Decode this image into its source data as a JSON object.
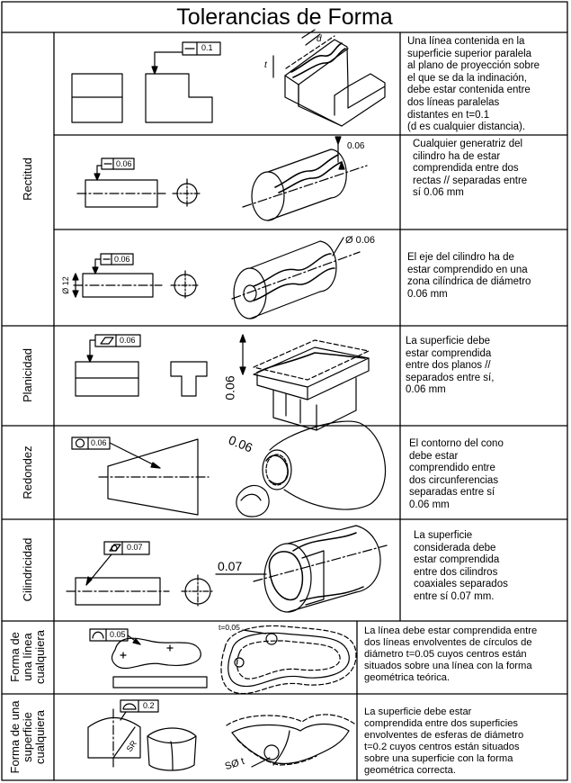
{
  "title": "Tolerancias de Forma",
  "groups": {
    "rectitud": "Rectitud",
    "planicidad": "Planicidad",
    "redondez": "Redondez",
    "cilindricidad": "Cilindricidad",
    "forma_linea": "Forma de\nuna línea\ncualquiera",
    "forma_superficie": "Forma de una\nsuperficie\ncualquiera"
  },
  "rows": [
    {
      "id": "rectitud-1",
      "tolerance": "0.1",
      "dims": [
        "d",
        "t"
      ],
      "description": "Una línea contenida en la\nsuperficie superior paralela\nal plano de proyección sobre\nel que se da la indinación,\ndebe estar contenida entre\ndos líneas paralelas\ndistantes en t=0.1\n(d es cualquier distancia)."
    },
    {
      "id": "rectitud-2",
      "tolerance": "0.06",
      "dims": [
        "0.06"
      ],
      "description": "Cualquier generatriz del\ncilindro ha de estar\ncomprendida entre dos\nrectas // separadas entre\nsí 0.06 mm"
    },
    {
      "id": "rectitud-3",
      "tolerance": "0.06",
      "dims": [
        "Ø 0.06",
        "Ø 12"
      ],
      "description": "El eje del cilindro ha de\nestar comprendido en una\nzona cilíndrica de diámetro\n0.06 mm"
    },
    {
      "id": "planicidad",
      "tolerance": "0.06",
      "dims": [
        "0.06"
      ],
      "description": "La superficie debe\nestar comprendida\nentre dos planos //\nseparados entre sí,\n0.06 mm"
    },
    {
      "id": "redondez",
      "tolerance": "0.06",
      "dims": [
        "0.06"
      ],
      "description": "El contorno del cono\ndebe estar\ncomprendido entre\ndos circunferencias\nseparadas entre sí\n0.06 mm"
    },
    {
      "id": "cilindricidad",
      "tolerance": "0.07",
      "dims": [
        "0.07"
      ],
      "description": "La superficie\nconsiderada debe\nestar comprendida\nentre dos cilindros\ncoaxiales separados\nentre sí 0.07 mm."
    },
    {
      "id": "forma-linea",
      "tolerance": "0.05",
      "dims": [
        "t=0,05"
      ],
      "description": "La línea debe estar comprendida entre\ndos líneas envolventes de círculos de\ndiámetro t=0.05 cuyos centros están\nsituados sobre una línea con la forma\ngeométrica teórica."
    },
    {
      "id": "forma-superficie",
      "tolerance": "0.2",
      "dims": [
        "SR",
        "SØ t"
      ],
      "description": "La superficie debe estar\ncomprendida entre dos superficies\nenvolventes de esferas de diámetro\nt=0.2 cuyos centros están situados\nsobre una superficie con la forma\ngeométrica correcta."
    }
  ]
}
